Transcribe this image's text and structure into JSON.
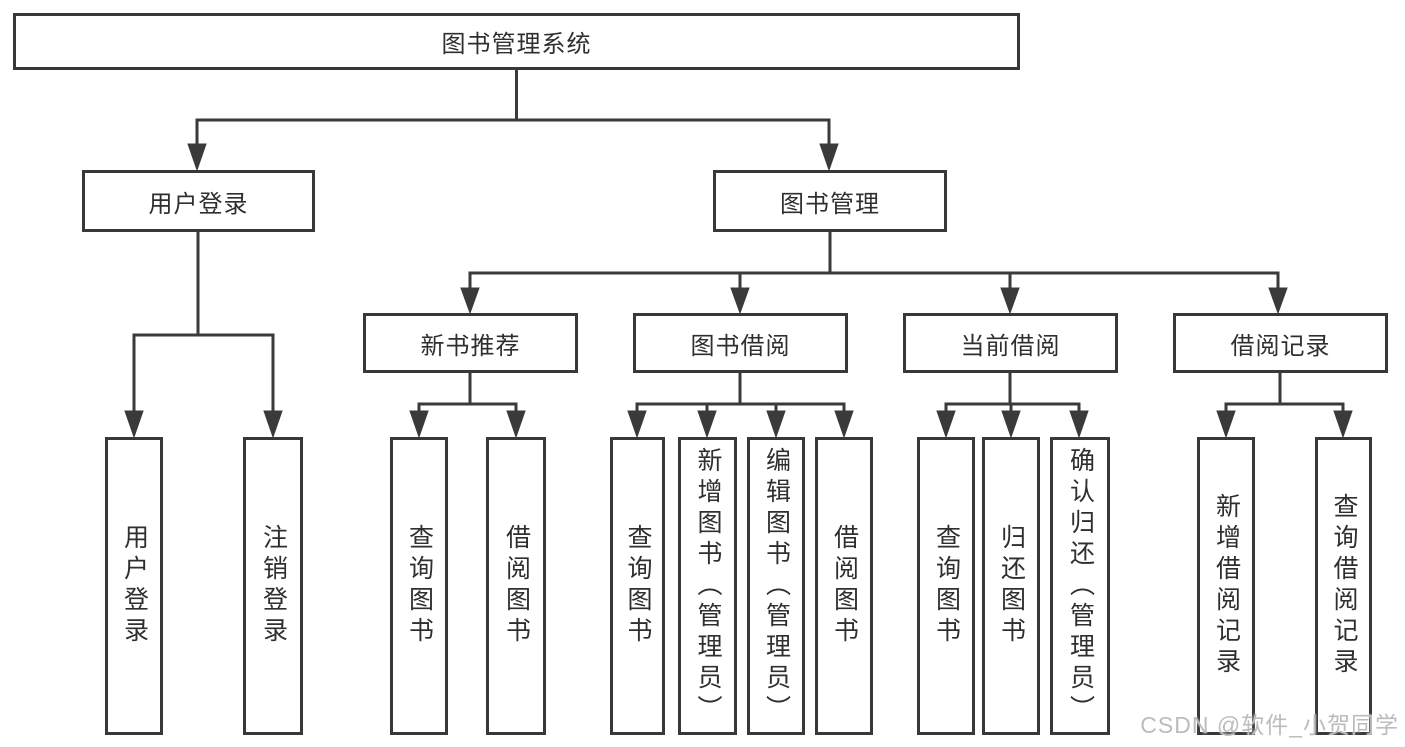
{
  "diagram_type": "hierarchy-tree",
  "tree": {
    "label": "图书管理系统",
    "children": [
      {
        "label": "用户登录",
        "children": [
          {
            "label": "用户登录"
          },
          {
            "label": "注销登录"
          }
        ]
      },
      {
        "label": "图书管理",
        "children": [
          {
            "label": "新书推荐",
            "children": [
              {
                "label": "查询图书"
              },
              {
                "label": "借阅图书"
              }
            ]
          },
          {
            "label": "图书借阅",
            "children": [
              {
                "label": "查询图书"
              },
              {
                "label": "新增图书（管理员）"
              },
              {
                "label": "编辑图书（管理员）"
              },
              {
                "label": "借阅图书"
              }
            ]
          },
          {
            "label": "当前借阅",
            "children": [
              {
                "label": "查询图书"
              },
              {
                "label": "归还图书"
              },
              {
                "label": "确认归还（管理员）"
              }
            ]
          },
          {
            "label": "借阅记录",
            "children": [
              {
                "label": "新增借阅记录"
              },
              {
                "label": "查询借阅记录"
              }
            ]
          }
        ]
      }
    ]
  },
  "watermark": {
    "text": "CSDN @软件_小贺同学"
  },
  "colors": {
    "line": "#3a3a3a",
    "box_border": "#383838",
    "text": "#2f2f2f",
    "watermark": "#bcbcbc",
    "background": "#ffffff"
  }
}
